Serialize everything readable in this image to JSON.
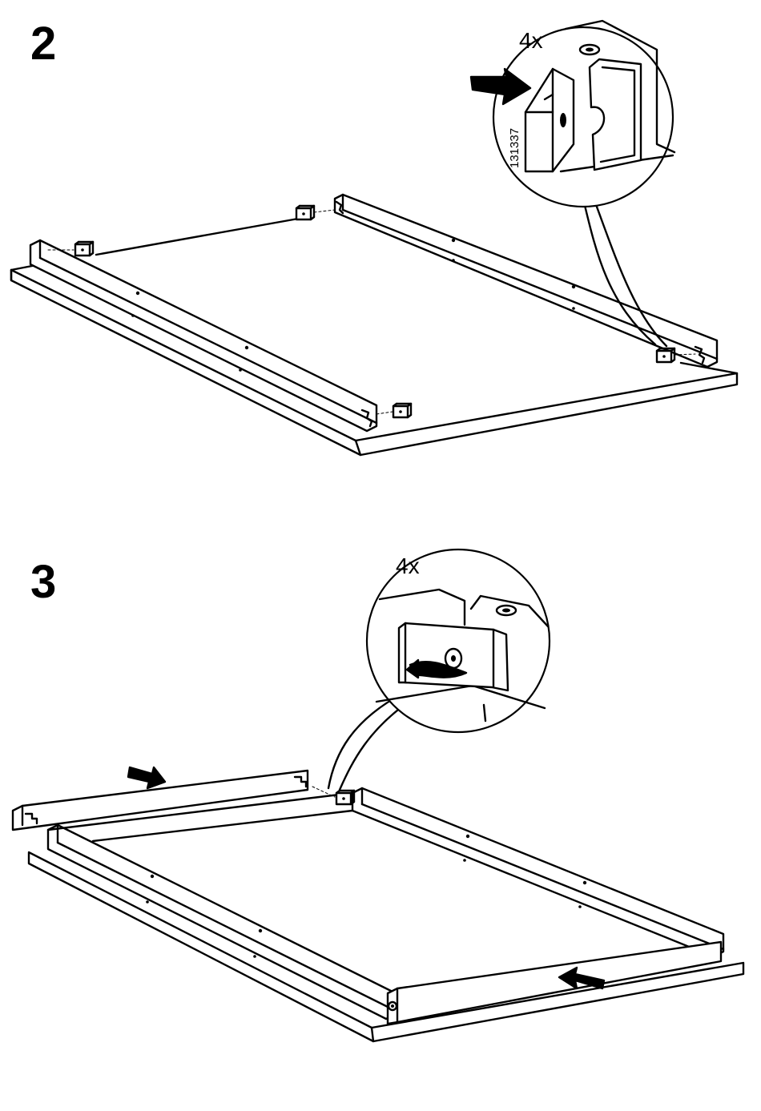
{
  "steps": [
    {
      "number": "2",
      "detail": {
        "quantity": "4x",
        "part_number": "131337"
      }
    },
    {
      "number": "3",
      "detail": {
        "quantity": "4x"
      }
    }
  ]
}
